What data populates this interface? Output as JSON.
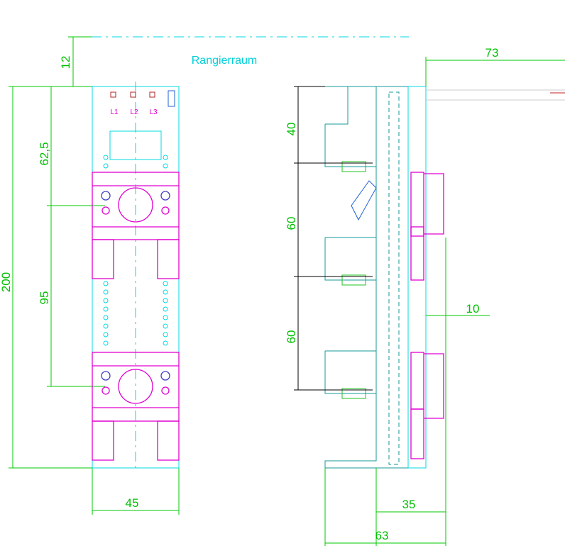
{
  "title_label": "Rangierraum",
  "front_view": {
    "dim_top_gap": "12",
    "dim_upper": "62,5",
    "dim_mid": "95",
    "dim_total_height": "200",
    "dim_width": "45",
    "phases": [
      "L1",
      "L2",
      "L3"
    ]
  },
  "side_view": {
    "dim_a": "40",
    "dim_b": "60",
    "dim_c": "60",
    "dim_cable": "73",
    "dim_rail": "10",
    "dim_depth_inner": "35",
    "dim_depth_total": "63"
  },
  "colors": {
    "dimension": "#00c000",
    "outline": "#00d8e0",
    "terminal": "#e000d0",
    "housing": "#159a9a"
  }
}
